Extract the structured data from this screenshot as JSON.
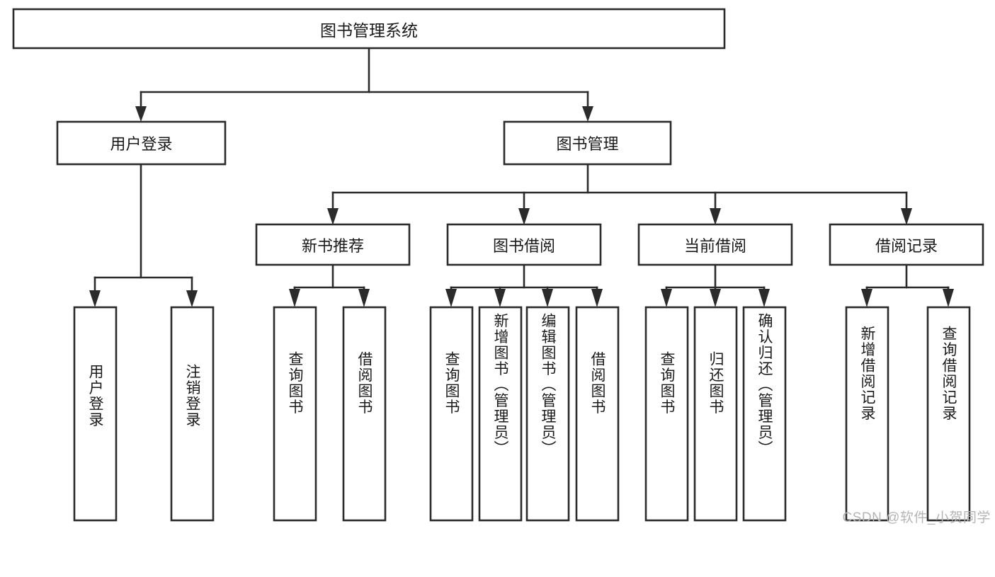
{
  "diagram": {
    "type": "tree",
    "title": "图书管理系统",
    "watermark": "CSDN @软件_小贺同学",
    "colors": {
      "stroke": "#2b2b2b",
      "fill": "#ffffff",
      "text": "#1a1a1a",
      "watermark": "#b5b5b5",
      "background": "#ffffff"
    },
    "nodes": {
      "root": {
        "label": "图书管理系统",
        "level": 1,
        "orientation": "horizontal"
      },
      "l2_user_login": {
        "label": "用户登录",
        "level": 2,
        "orientation": "horizontal"
      },
      "l2_book_mgmt": {
        "label": "图书管理",
        "level": 2,
        "orientation": "horizontal"
      },
      "l3_new_book_rec": {
        "label": "新书推荐",
        "level": 3,
        "orientation": "horizontal"
      },
      "l3_book_borrow": {
        "label": "图书借阅",
        "level": 3,
        "orientation": "horizontal"
      },
      "l3_current_borrow": {
        "label": "当前借阅",
        "level": 3,
        "orientation": "horizontal"
      },
      "l3_borrow_record": {
        "label": "借阅记录",
        "level": 3,
        "orientation": "horizontal"
      },
      "leaf_user_login": {
        "label": "用户登录",
        "level": 3,
        "orientation": "vertical"
      },
      "leaf_logout": {
        "label": "注销登录",
        "level": 3,
        "orientation": "vertical"
      },
      "leaf_rec_query_book": {
        "label": "查询图书",
        "level": 4,
        "orientation": "vertical"
      },
      "leaf_rec_borrow_book": {
        "label": "借阅图书",
        "level": 4,
        "orientation": "vertical"
      },
      "leaf_borrow_query_book": {
        "label": "查询图书",
        "level": 4,
        "orientation": "vertical"
      },
      "leaf_borrow_add_book": {
        "label": "新增图书（管理员）",
        "level": 4,
        "orientation": "vertical"
      },
      "leaf_borrow_edit_book": {
        "label": "编辑图书（管理员）",
        "level": 4,
        "orientation": "vertical"
      },
      "leaf_borrow_borrow_book": {
        "label": "借阅图书",
        "level": 4,
        "orientation": "vertical"
      },
      "leaf_cur_query_book": {
        "label": "查询图书",
        "level": 4,
        "orientation": "vertical"
      },
      "leaf_cur_return_book": {
        "label": "归还图书",
        "level": 4,
        "orientation": "vertical"
      },
      "leaf_cur_confirm_return": {
        "label": "确认归还（管理员）",
        "level": 4,
        "orientation": "vertical"
      },
      "leaf_rec_add_record": {
        "label": "新增借阅记录",
        "level": 4,
        "orientation": "vertical"
      },
      "leaf_rec_query_record": {
        "label": "查询借阅记录",
        "level": 4,
        "orientation": "vertical"
      }
    },
    "edges": [
      {
        "from": "root",
        "to": "l2_user_login"
      },
      {
        "from": "root",
        "to": "l2_book_mgmt"
      },
      {
        "from": "l2_user_login",
        "to": "leaf_user_login"
      },
      {
        "from": "l2_user_login",
        "to": "leaf_logout"
      },
      {
        "from": "l2_book_mgmt",
        "to": "l3_new_book_rec"
      },
      {
        "from": "l2_book_mgmt",
        "to": "l3_book_borrow"
      },
      {
        "from": "l2_book_mgmt",
        "to": "l3_current_borrow"
      },
      {
        "from": "l2_book_mgmt",
        "to": "l3_borrow_record"
      },
      {
        "from": "l3_new_book_rec",
        "to": "leaf_rec_query_book"
      },
      {
        "from": "l3_new_book_rec",
        "to": "leaf_rec_borrow_book"
      },
      {
        "from": "l3_book_borrow",
        "to": "leaf_borrow_query_book"
      },
      {
        "from": "l3_book_borrow",
        "to": "leaf_borrow_add_book"
      },
      {
        "from": "l3_book_borrow",
        "to": "leaf_borrow_edit_book"
      },
      {
        "from": "l3_book_borrow",
        "to": "leaf_borrow_borrow_book"
      },
      {
        "from": "l3_current_borrow",
        "to": "leaf_cur_query_book"
      },
      {
        "from": "l3_current_borrow",
        "to": "leaf_cur_return_book"
      },
      {
        "from": "l3_current_borrow",
        "to": "leaf_cur_confirm_return"
      },
      {
        "from": "l3_borrow_record",
        "to": "leaf_rec_add_record"
      },
      {
        "from": "l3_borrow_record",
        "to": "leaf_rec_query_record"
      }
    ]
  }
}
